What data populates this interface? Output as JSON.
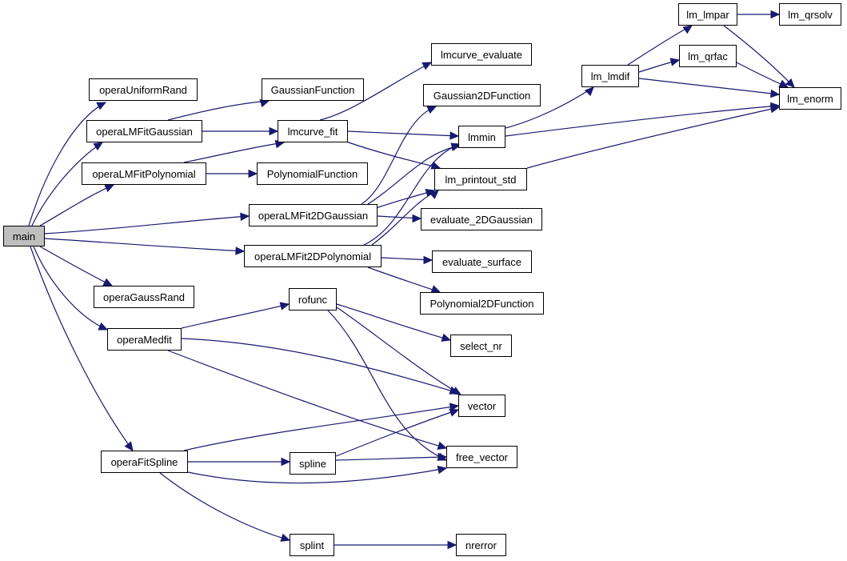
{
  "nodes": {
    "main": "main",
    "operaUniformRand": "operaUniformRand",
    "operaLMFitGaussian": "operaLMFitGaussian",
    "operaLMFitPolynomial": "operaLMFitPolynomial",
    "GaussianFunction": "GaussianFunction",
    "lmcurve_fit": "lmcurve_fit",
    "PolynomialFunction": "PolynomialFunction",
    "lmcurve_evaluate": "lmcurve_evaluate",
    "Gaussian2DFunction": "Gaussian2DFunction",
    "lmmin": "lmmin",
    "lm_printout_std": "lm_printout_std",
    "operaLMFit2DGaussian": "operaLMFit2DGaussian",
    "evaluate_2DGaussian": "evaluate_2DGaussian",
    "operaLMFit2DPolynomial": "operaLMFit2DPolynomial",
    "evaluate_surface": "evaluate_surface",
    "Polynomial2DFunction": "Polynomial2DFunction",
    "operaGaussRand": "operaGaussRand",
    "rofunc": "rofunc",
    "operaMedfit": "operaMedfit",
    "select_nr": "select_nr",
    "vector": "vector",
    "free_vector": "free_vector",
    "operaFitSpline": "operaFitSpline",
    "spline": "spline",
    "splint": "splint",
    "nrerror": "nrerror",
    "lm_lmdif": "lm_lmdif",
    "lm_lmpar": "lm_lmpar",
    "lm_qrsolv": "lm_qrsolv",
    "lm_qrfac": "lm_qrfac",
    "lm_enorm": "lm_enorm"
  }
}
